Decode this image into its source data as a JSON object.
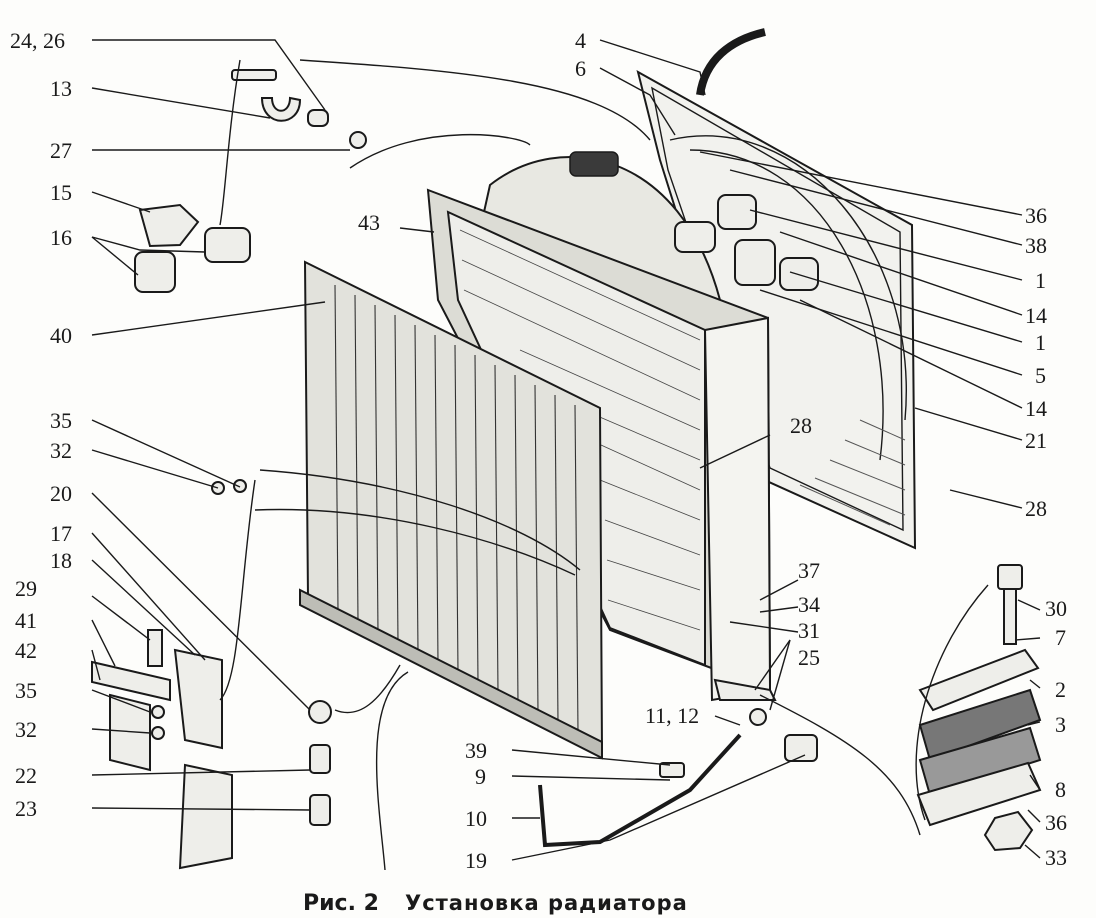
{
  "caption": {
    "figure": "Рис. 2",
    "title": "Установка радиатора"
  },
  "labels": [
    "24, 26",
    "13",
    "27",
    "15",
    "16",
    "43",
    "40",
    "35",
    "32",
    "20",
    "17",
    "18",
    "29",
    "41",
    "42",
    "35",
    "32",
    "22",
    "23",
    "4",
    "6",
    "36",
    "38",
    "1",
    "14",
    "1",
    "5",
    "14",
    "21",
    "28",
    "28",
    "37",
    "34",
    "31",
    "25",
    "30",
    "7",
    "2",
    "3",
    "8",
    "36",
    "33",
    "11, 12",
    "39",
    "9",
    "10",
    "19"
  ]
}
